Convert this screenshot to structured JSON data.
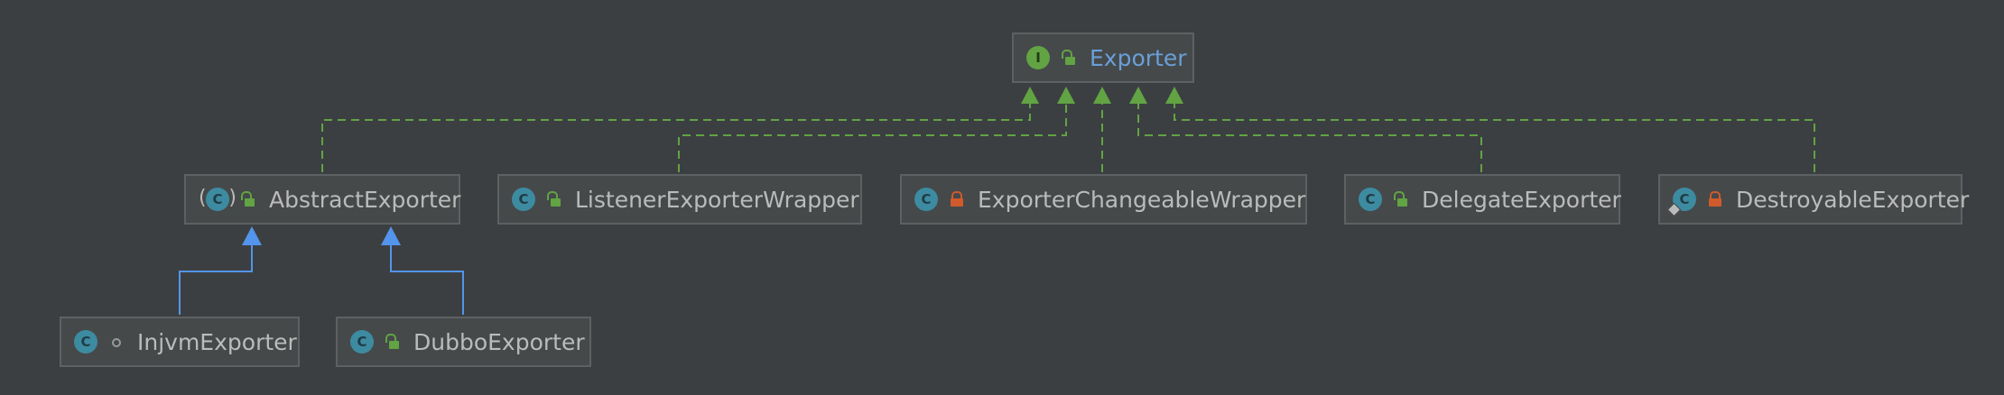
{
  "diagram": {
    "nodes": {
      "exporter": {
        "name": "Exporter",
        "kind": "interface",
        "kind_letter": "I",
        "visibility": "public"
      },
      "abstract_exporter": {
        "name": "AbstractExporter",
        "kind": "abstract-class",
        "kind_letter": "C",
        "visibility": "public"
      },
      "listener_exporter_wrapper": {
        "name": "ListenerExporterWrapper",
        "kind": "class",
        "kind_letter": "C",
        "visibility": "public"
      },
      "exporter_changeable_wrapper": {
        "name": "ExporterChangeableWrapper",
        "kind": "class",
        "kind_letter": "C",
        "visibility": "private"
      },
      "delegate_exporter": {
        "name": "DelegateExporter",
        "kind": "class",
        "kind_letter": "C",
        "visibility": "public"
      },
      "destroyable_exporter": {
        "name": "DestroyableExporter",
        "kind": "final-class",
        "kind_letter": "C",
        "visibility": "private"
      },
      "injvm_exporter": {
        "name": "InjvmExporter",
        "kind": "class",
        "kind_letter": "C",
        "visibility": "package-private"
      },
      "dubbo_exporter": {
        "name": "DubboExporter",
        "kind": "class",
        "kind_letter": "C",
        "visibility": "public"
      }
    },
    "edges": [
      {
        "from": "abstract_exporter",
        "to": "exporter",
        "type": "implements"
      },
      {
        "from": "listener_exporter_wrapper",
        "to": "exporter",
        "type": "implements"
      },
      {
        "from": "exporter_changeable_wrapper",
        "to": "exporter",
        "type": "implements"
      },
      {
        "from": "delegate_exporter",
        "to": "exporter",
        "type": "implements"
      },
      {
        "from": "destroyable_exporter",
        "to": "exporter",
        "type": "implements"
      },
      {
        "from": "injvm_exporter",
        "to": "abstract_exporter",
        "type": "extends"
      },
      {
        "from": "dubbo_exporter",
        "to": "abstract_exporter",
        "type": "extends"
      }
    ],
    "colors": {
      "background": "#3c3f41",
      "implements_edge": "#62a344",
      "extends_edge": "#5394ec",
      "interface_text": "#6a9fd8",
      "class_text": "#bbbbbb"
    }
  }
}
